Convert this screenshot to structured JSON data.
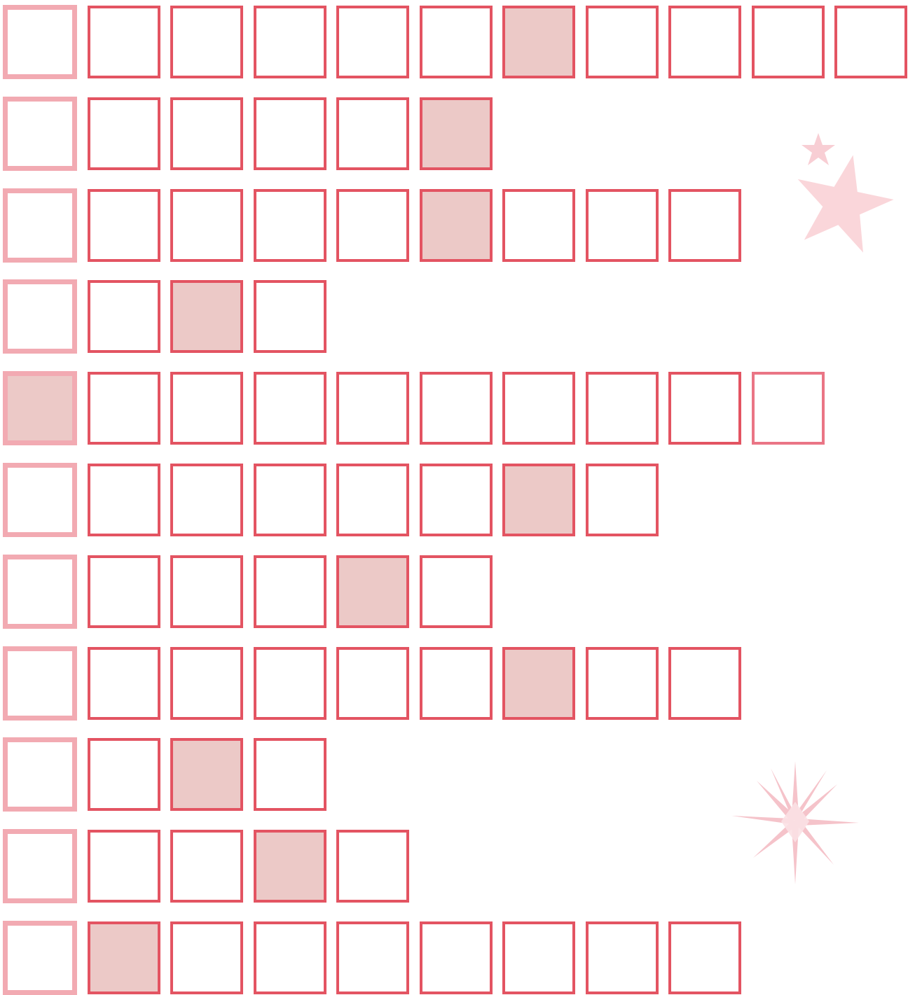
{
  "puzzle": {
    "type": "crossword-ladder",
    "colors": {
      "cell_border": "#e35462",
      "first_cell_border": "#f2aab2",
      "highlight_fill": "#ecc9c7",
      "background": "#ffffff",
      "decoration": "#f7c9cf"
    },
    "rows": [
      {
        "length": 11,
        "highlight": 7
      },
      {
        "length": 6,
        "highlight": 6
      },
      {
        "length": 9,
        "highlight": 6
      },
      {
        "length": 4,
        "highlight": 3
      },
      {
        "length": 10,
        "highlight": 1
      },
      {
        "length": 8,
        "highlight": 7
      },
      {
        "length": 6,
        "highlight": 5
      },
      {
        "length": 9,
        "highlight": 7
      },
      {
        "length": 4,
        "highlight": 3
      },
      {
        "length": 5,
        "highlight": 4
      },
      {
        "length": 9,
        "highlight": 2
      }
    ]
  },
  "decorations": [
    "star-icon",
    "star-icon",
    "starburst-icon"
  ]
}
